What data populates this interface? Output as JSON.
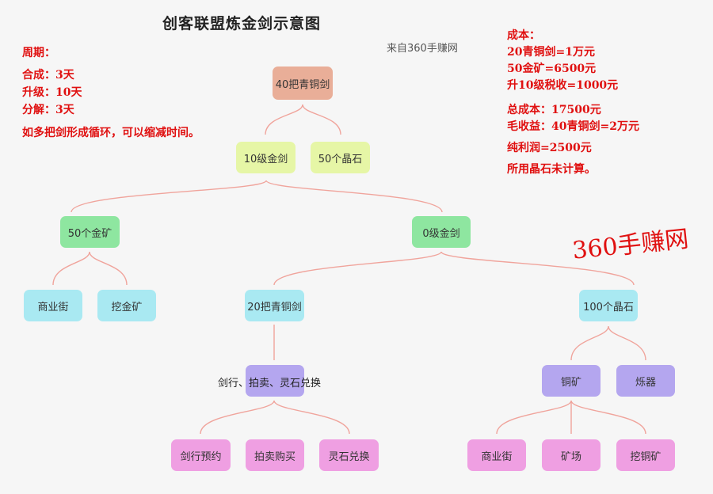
{
  "title": "创客联盟炼金剑示意图",
  "source": "来自360手赚网",
  "nodes": {
    "root": "40把青铜剑",
    "sword10": "10级金剑",
    "crystal50": "50个晶石",
    "gold50": "50个金矿",
    "sword0": "0级金剑",
    "street1": "商业街",
    "digGold": "挖金矿",
    "bronze20": "20把青铜剑",
    "crystal100": "100个晶石",
    "channels": "剑行、拍卖、灵石兑换",
    "copperOre": "铜矿",
    "furnace": "烁器",
    "reserve": "剑行预约",
    "auction": "拍卖购买",
    "spirit": "灵石兑换",
    "street2": "商业街",
    "mine": "矿场",
    "digCopper": "挖铜矿"
  },
  "left_note": {
    "heading": "周期：",
    "lines": [
      "合成：3天",
      "升级：10天",
      "分解：3天"
    ],
    "tip": "如多把剑形成循环，可以缩减时间。"
  },
  "right_note": {
    "heading": "成本：",
    "cost_lines": [
      "20青铜剑=1万元",
      "50金矿=6500元",
      "升10级税收=1000元"
    ],
    "summary_lines": [
      "总成本：17500元",
      "毛收益：40青铜剑=2万元",
      "纯利润=2500元",
      "所用晶石未计算。"
    ]
  },
  "watermark": "360手赚网",
  "colors": {
    "link": "#f0a49c",
    "note": "#e01010"
  }
}
